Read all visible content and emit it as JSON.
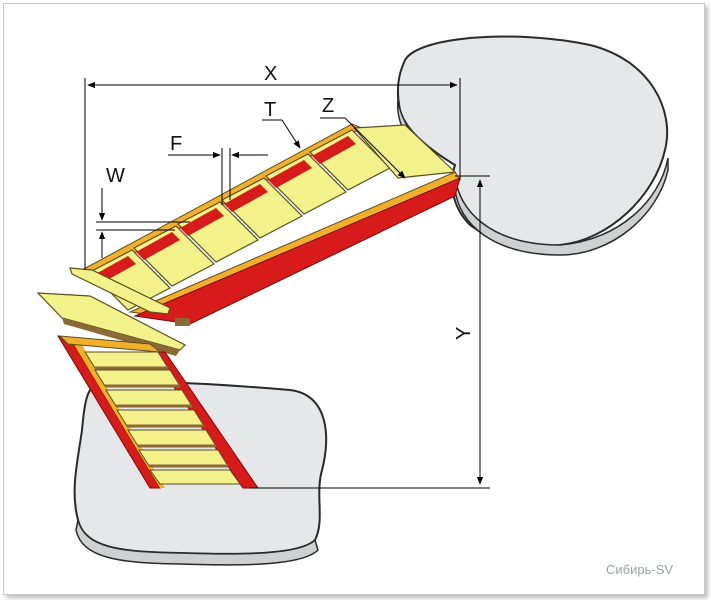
{
  "labels": {
    "x": "X",
    "y": "Y",
    "t": "T",
    "z": "Z",
    "f": "F",
    "w": "W"
  },
  "watermark": "Сибирь-SV",
  "colors": {
    "floor": "#e6e7e9",
    "floor_edge": "#2a2a2a",
    "stringer": "#d71a1a",
    "stringer_dark": "#a31212",
    "tread": "#f3f28a",
    "tread_edge": "#5a5120",
    "rail": "#f2b02a",
    "line": "#000000"
  }
}
